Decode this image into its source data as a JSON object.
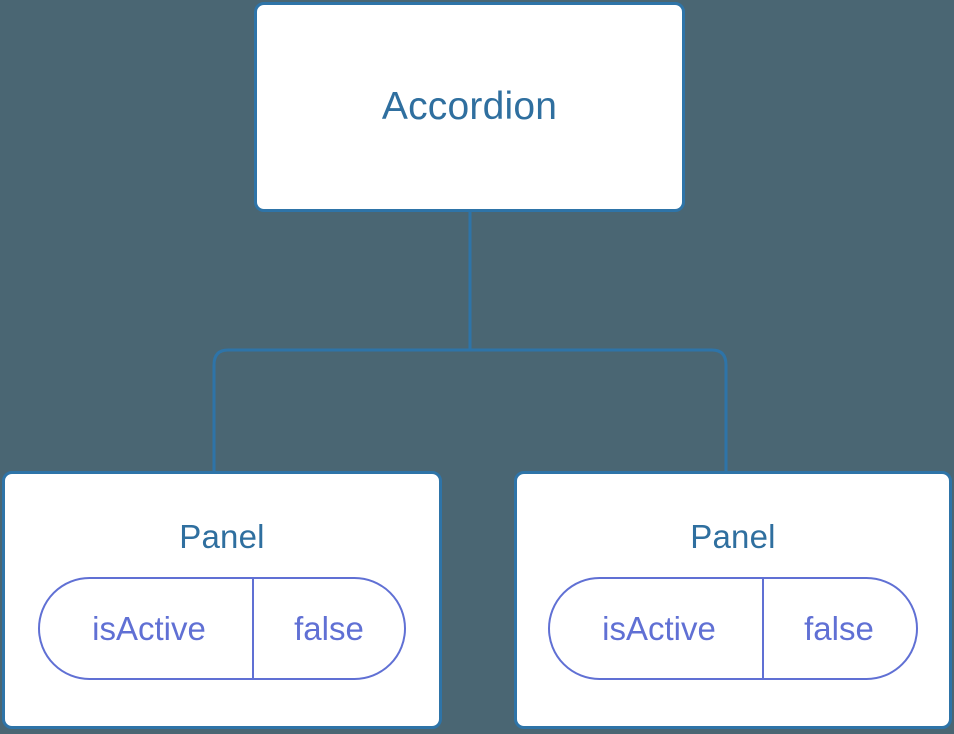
{
  "diagram": {
    "type": "component-tree",
    "background_color": "#4a6673",
    "node_border_color": "#2e74a8",
    "node_fill_color": "#ffffff",
    "node_text_color": "#2f6f9f",
    "connector_color": "#2e74a8",
    "prop_color": "#6070d4",
    "root": {
      "label": "Accordion"
    },
    "children": [
      {
        "label": "Panel",
        "props": [
          {
            "key": "isActive",
            "value": "false"
          }
        ]
      },
      {
        "label": "Panel",
        "props": [
          {
            "key": "isActive",
            "value": "false"
          }
        ]
      }
    ]
  }
}
